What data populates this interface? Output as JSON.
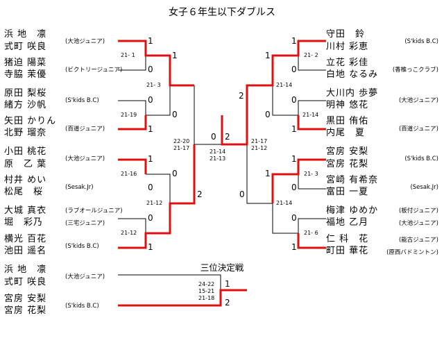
{
  "title": "女子６年生以下ダブルス",
  "third_place_label": "三位決定戦",
  "colors": {
    "line": "#000000",
    "win": "#e01010"
  },
  "left_pairs": [
    {
      "p1": "浜 地　凛",
      "p2": "式町 咲良",
      "club": "(大池ジュニア)"
    },
    {
      "p1": "猪迫 陽菜",
      "p2": "寺脇 茉優",
      "club": "(ビクトリージュニア)"
    },
    {
      "p1": "原田 梨桜",
      "p2": "緒方 沙帆",
      "club": "(S'kids B.C)"
    },
    {
      "p1": "矢田 かりん",
      "p2": "北野 瑠奈",
      "club": "(百道ジュニア)"
    },
    {
      "p1": "小田 桃花",
      "p2": "原　乙 葉",
      "club": "(大池ジュニア)"
    },
    {
      "p1": "村井 めい",
      "p2": "松尾　桜",
      "club": "(Sesak.Jr)"
    },
    {
      "p1": "大城 真衣",
      "p2": "堀　彩乃",
      "club": "(ラブオールジュニア)",
      "club2": "(三宅ジュニア)"
    },
    {
      "p1": "横光 百花",
      "p2": "池田 遥名",
      "club": "(S'kids B.C)"
    }
  ],
  "right_pairs": [
    {
      "p1": "守田　鈴",
      "p2": "川村 彩恵",
      "club": "(S'kids B.C)"
    },
    {
      "p1": "立花 彩佳",
      "p2": "白地 なるみ",
      "club": "(香椎っこクラブ)"
    },
    {
      "p1": "大川内 歩夢",
      "p2": "明神 悠花",
      "club": "(大池ジュニア)"
    },
    {
      "p1": "黒田 侑佑",
      "p2": "内尾　夏",
      "club": "(百道ジュニア)"
    },
    {
      "p1": "宮房 安梨",
      "p2": "宮房 花梨",
      "club": "(S'kids B.C)"
    },
    {
      "p1": "宮崎 有希奈",
      "p2": "富田 一夏",
      "club": "(Sesak.Jr)"
    },
    {
      "p1": "梅津 ゆめか",
      "p2": "福地 乙月",
      "club": "(板付ジュニア)",
      "club2": "(大池ジュニア)"
    },
    {
      "p1": "仁 科　花",
      "p2": "町田 華花",
      "club": "(能古ジュニア)",
      "club2": "(原西バドミントン)"
    }
  ],
  "third_pairs": [
    {
      "p1": "浜 地　凛",
      "p2": "式町 咲良",
      "club": "(大池ジュニア)"
    },
    {
      "p1": "宮房 安梨",
      "p2": "宮房 花梨",
      "club": "(S'kids B.C)"
    }
  ],
  "left_r1": [
    {
      "score": "21- 1",
      "top": "1",
      "bot": "0"
    },
    {
      "score": "21-19",
      "top": "0",
      "bot": "1"
    },
    {
      "score": "21-16",
      "top": "1",
      "bot": "0"
    },
    {
      "score": "21-12",
      "top": "0",
      "bot": "1"
    }
  ],
  "left_r2": [
    {
      "score": "21- 3",
      "top": "1",
      "bot": "0"
    },
    {
      "score": "21-12",
      "top": "0",
      "bot": "2"
    }
  ],
  "left_sf": {
    "score1": "22-20",
    "score2": "21-17"
  },
  "right_r1": [
    {
      "score": "21- 2",
      "top": "1",
      "bot": "0"
    },
    {
      "score": "21-14",
      "top": "0",
      "bot": "1"
    },
    {
      "score": "21- 3",
      "top": "1",
      "bot": "0"
    },
    {
      "score": "21- 6",
      "top": "0",
      "bot": "1"
    }
  ],
  "right_r2": [
    {
      "score": "21-14",
      "top": "1",
      "bot": "0"
    },
    {
      "score": "21-14",
      "top": "1",
      "bot": "0"
    }
  ],
  "right_sf": {
    "score1": "21-17",
    "score2": "21-12"
  },
  "final": {
    "score1": "21-14",
    "score2": "21-13",
    "left": "0",
    "right": "2"
  },
  "sf_results": {
    "left": "0",
    "right": "2"
  },
  "third": {
    "score1": "24-22",
    "score2": "15-21",
    "score3": "21-18",
    "top": "1",
    "bot": "2"
  }
}
